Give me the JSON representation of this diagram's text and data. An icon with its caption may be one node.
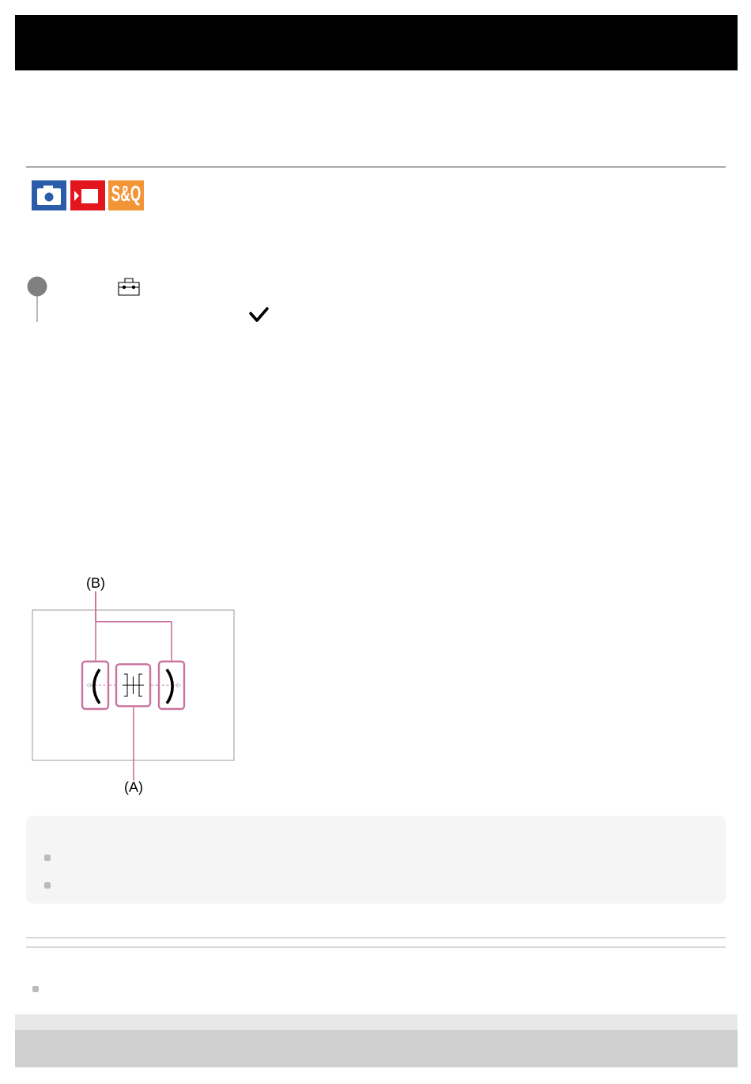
{
  "diagram": {
    "nodes": [
      {
        "text": [
          "S&Q"
        ]
      },
      {
        "text": [
          "(B)"
        ]
      },
      {
        "text": [],
        "shape": "box"
      },
      {
        "text": [],
        "shape": "box",
        "in": 2
      },
      {
        "text": [],
        "shape": "box",
        "in": 2
      },
      {
        "text": [],
        "shape": "box",
        "in": 2
      },
      {
        "text": [
          "(A)"
        ]
      }
    ],
    "edges": [
      {
        "from": 1,
        "to": 3,
        "arrow": "none"
      },
      {
        "from": 1,
        "to": 5,
        "arrow": "none"
      },
      {
        "from": 6,
        "to": 4,
        "arrow": "none"
      },
      {
        "from": 3,
        "to": 4,
        "arrow": "none",
        "style": "dashed"
      },
      {
        "from": 4,
        "to": 5,
        "arrow": "none",
        "style": "dashed"
      }
    ]
  }
}
